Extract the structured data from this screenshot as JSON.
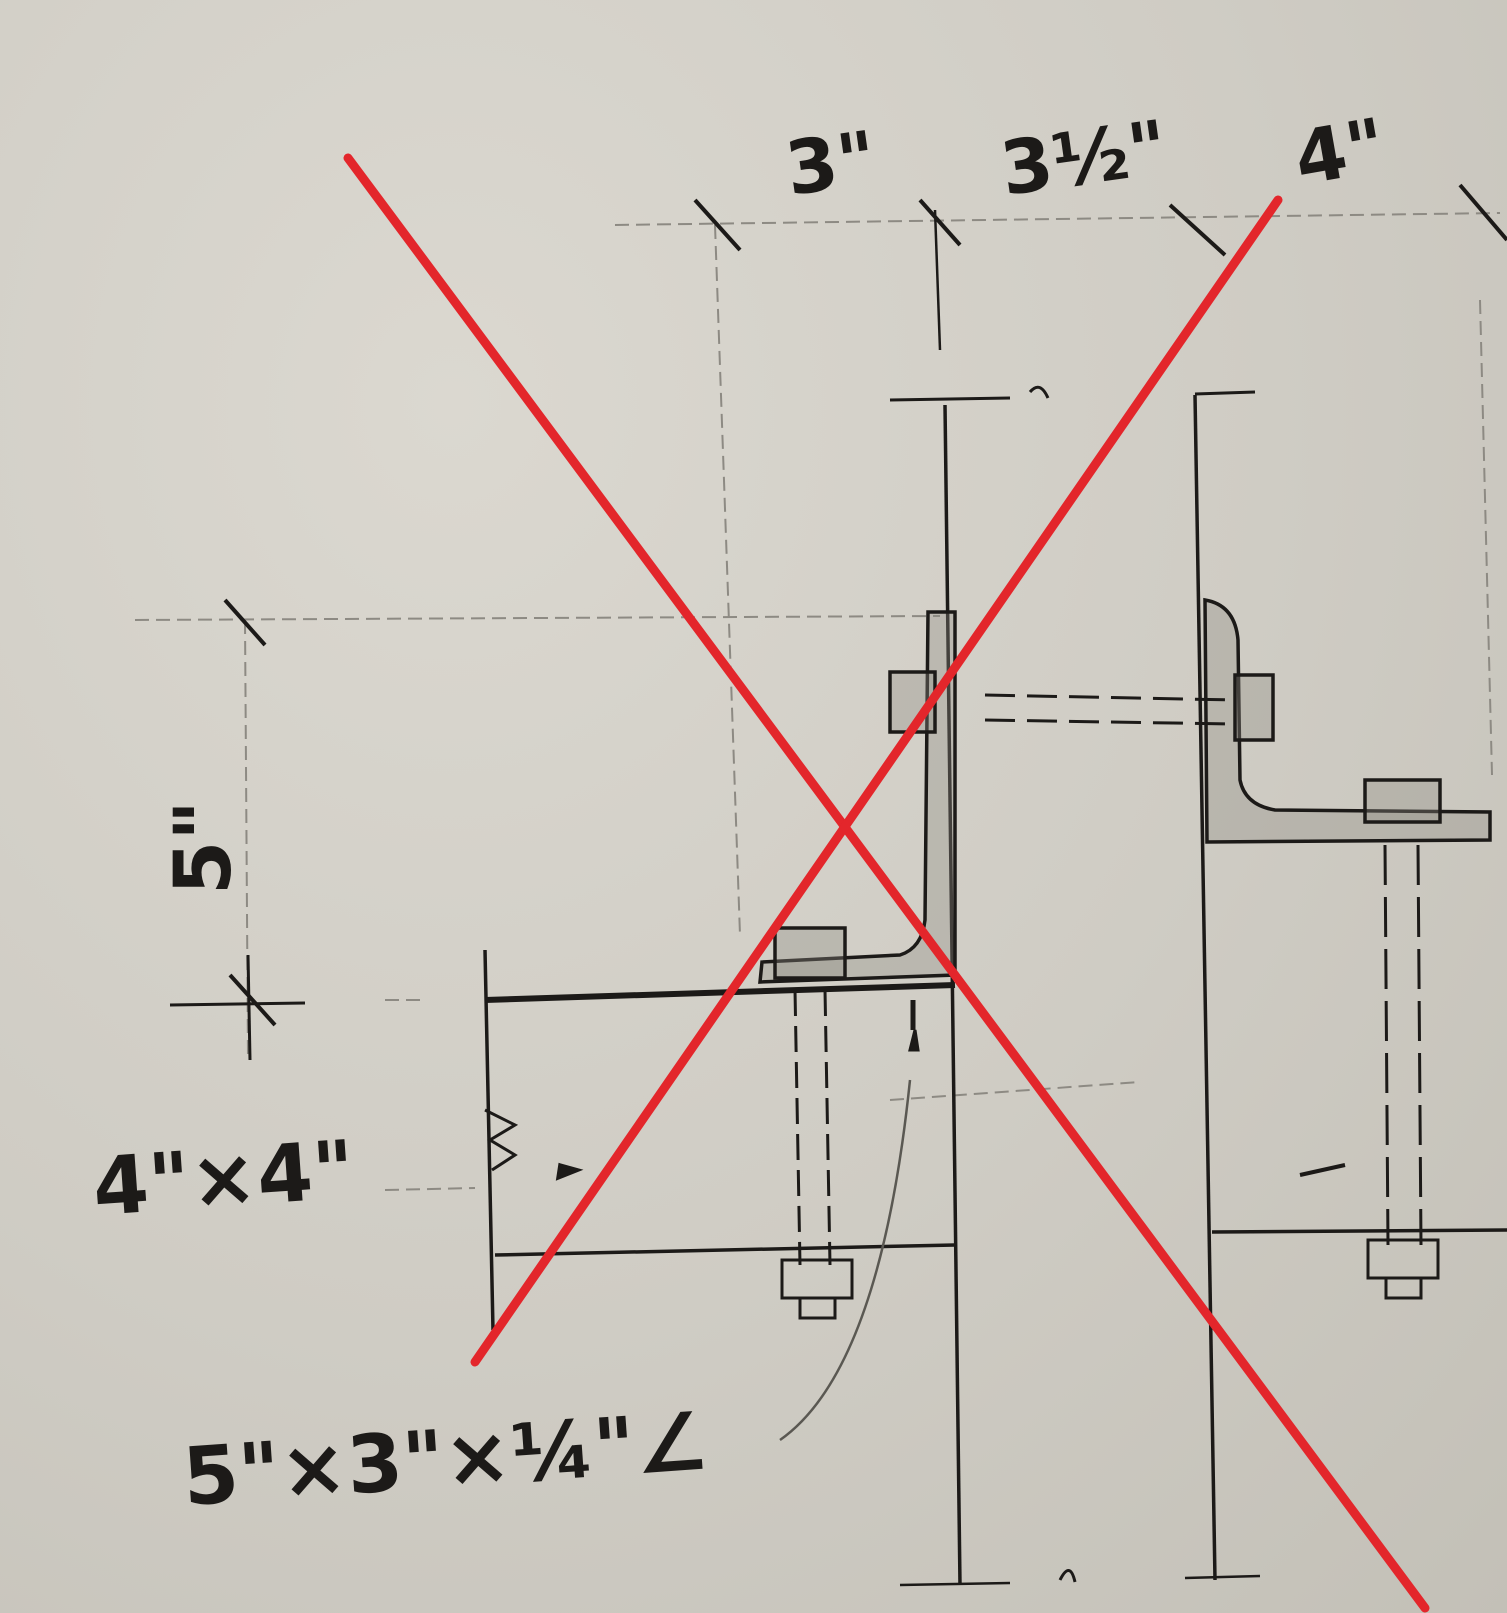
{
  "drawing": {
    "dimensions": {
      "dim_3in": "3\"",
      "dim_3_5in": "3½\"",
      "dim_4in": "4\"",
      "dim_5in": "5\""
    },
    "labels": {
      "post_size": "4\"×4\"",
      "angle_size": "5\"×3\"×¼\"∠"
    },
    "colors": {
      "paper": "#cfccc3",
      "pencil": "#1c1a18",
      "construction": "#8d8a83",
      "cross_out": "#e3262b"
    }
  }
}
